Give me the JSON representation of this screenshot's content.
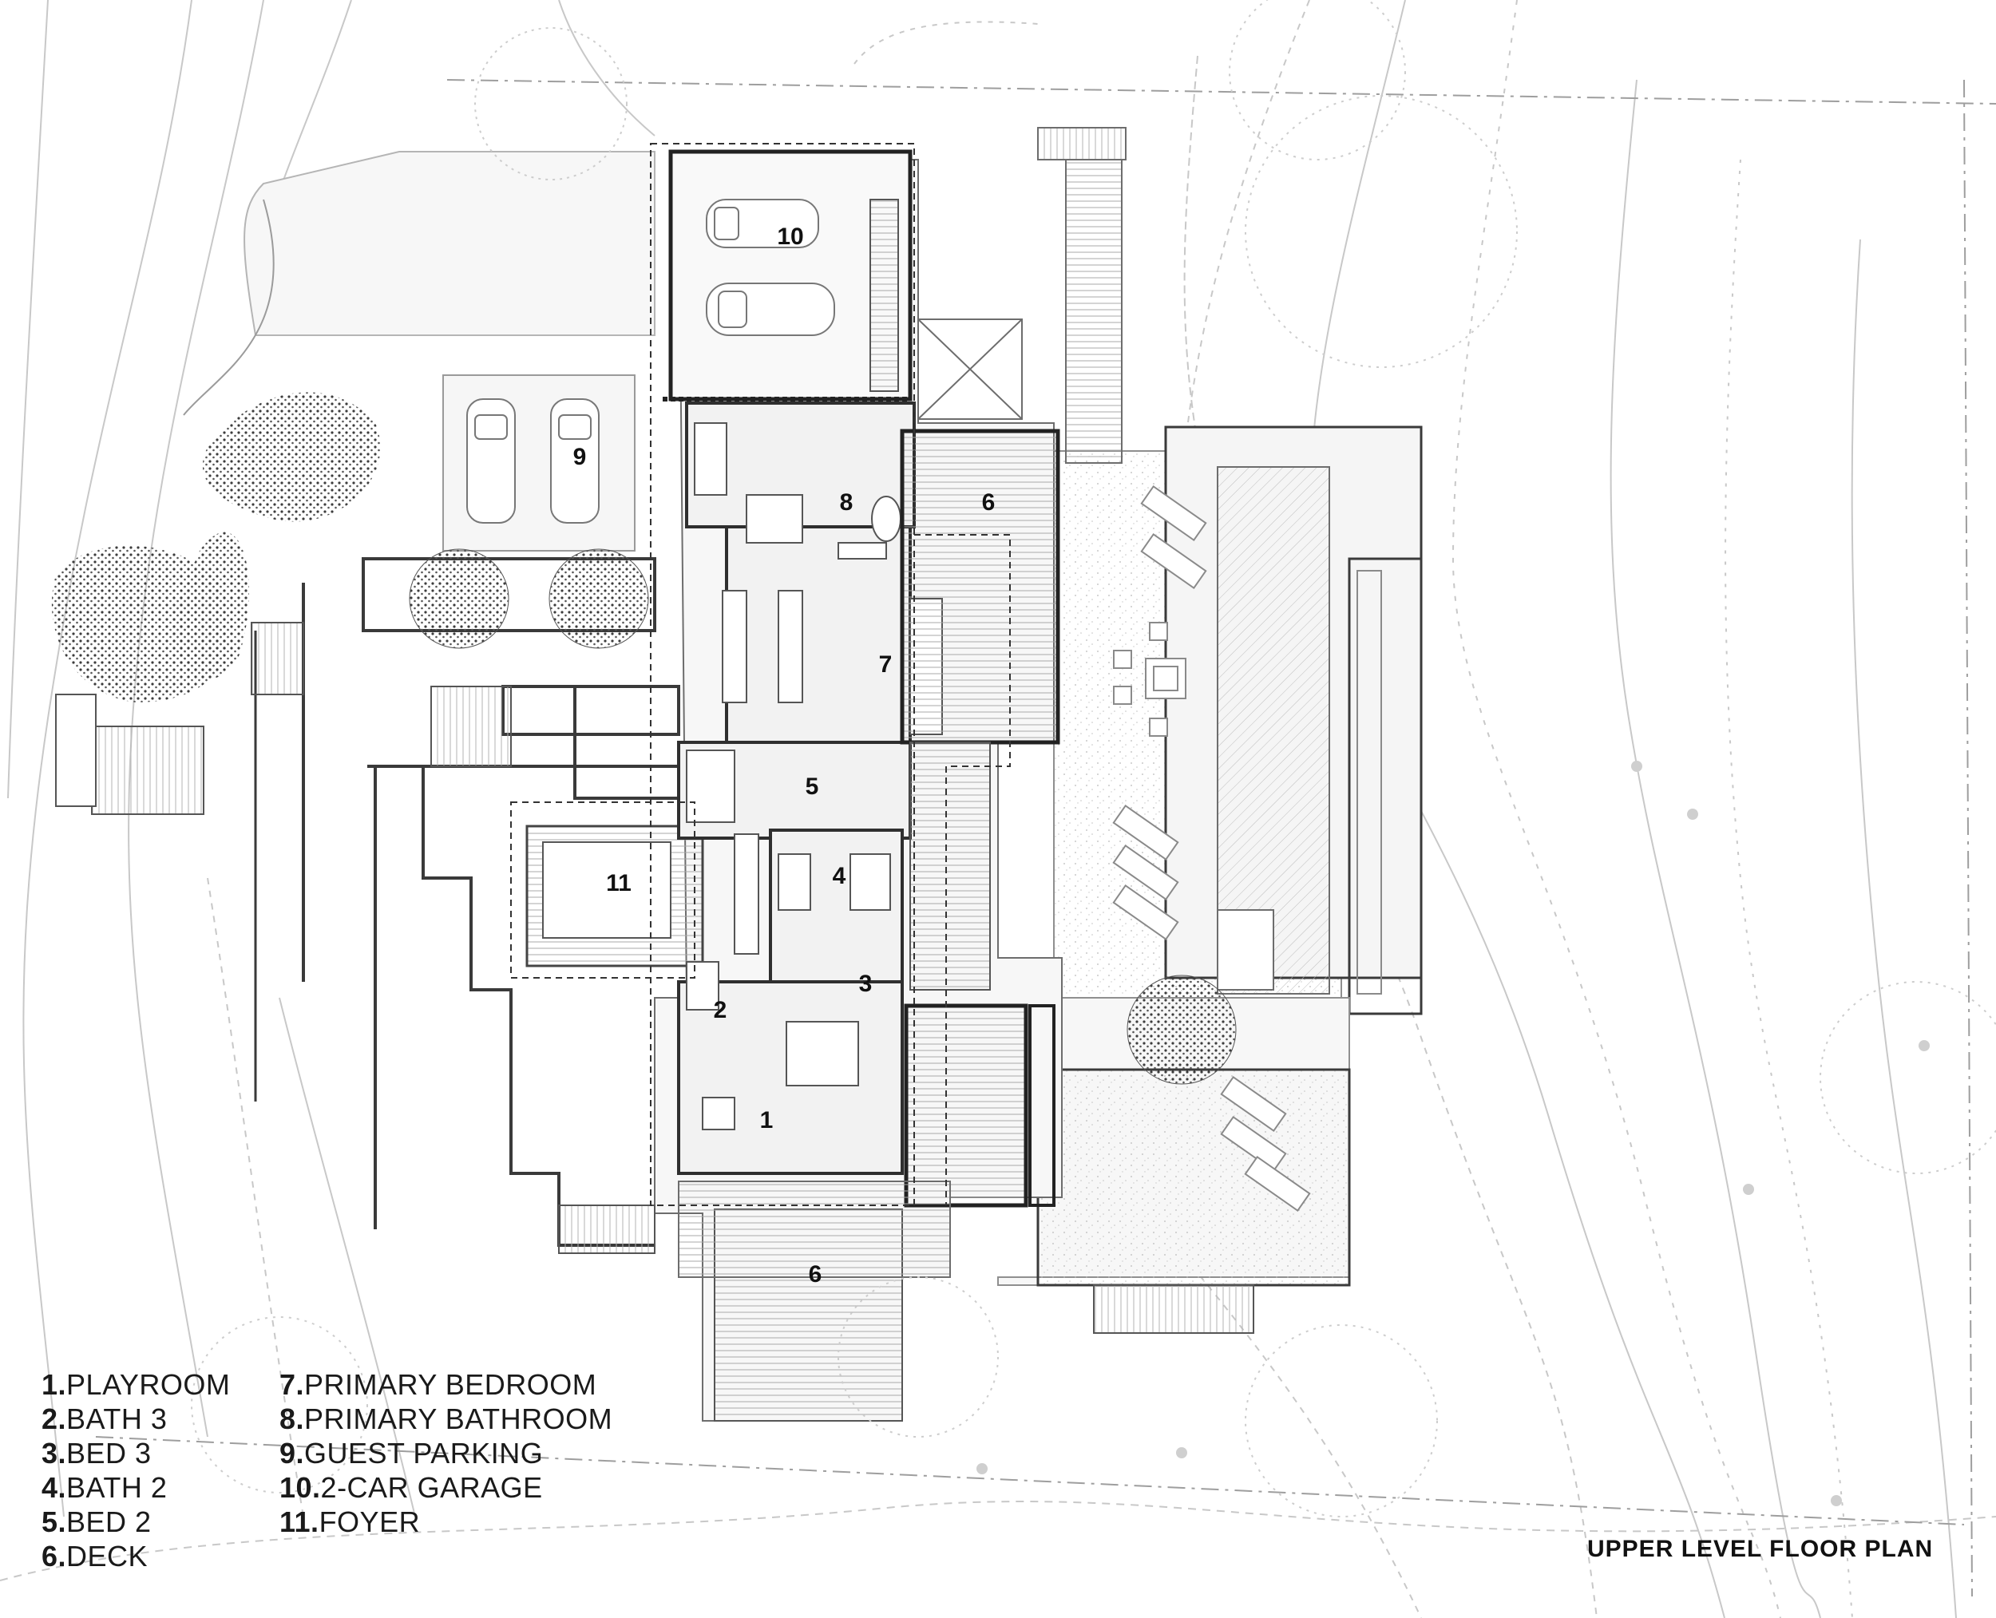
{
  "plan_title": "UPPER LEVEL FLOOR PLAN",
  "legend": [
    {
      "num": "1.",
      "label": "PLAYROOM"
    },
    {
      "num": "2.",
      "label": "BATH 3"
    },
    {
      "num": "3.",
      "label": "BED 3"
    },
    {
      "num": "4.",
      "label": "BATH 2"
    },
    {
      "num": "5.",
      "label": "BED 2"
    },
    {
      "num": "6.",
      "label": "DECK"
    },
    {
      "num": "7.",
      "label": "PRIMARY BEDROOM"
    },
    {
      "num": "8.",
      "label": "PRIMARY BATHROOM"
    },
    {
      "num": "9.",
      "label": "GUEST PARKING"
    },
    {
      "num": "10.",
      "label": "2-CAR GARAGE"
    },
    {
      "num": "11.",
      "label": "FOYER"
    }
  ],
  "room_tags": {
    "r1": "1",
    "r2": "2",
    "r3": "3",
    "r4": "4",
    "r5": "5",
    "r6a": "6",
    "r6b": "6",
    "r7": "7",
    "r8": "8",
    "r9": "9",
    "r10": "10",
    "r11": "11"
  },
  "colors": {
    "wall": "#2b2b2b",
    "thin_line": "#8a8a8a",
    "contour": "#c4c4c4",
    "floor_fill": "#f1f1f1",
    "deck_fill": "#e9e9e9",
    "terrace_fill": "#f4f4f4",
    "tree": "#3a3a3a"
  }
}
